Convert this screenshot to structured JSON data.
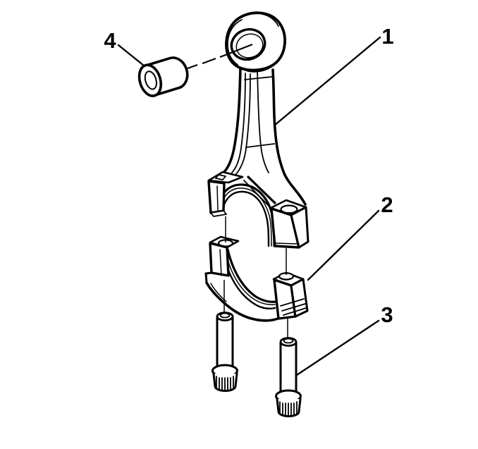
{
  "figure": {
    "background_color": "#ffffff",
    "line_color": "#000000",
    "callouts": [
      {
        "label": "1"
      },
      {
        "label": "2"
      },
      {
        "label": "3"
      },
      {
        "label": "4"
      }
    ]
  }
}
